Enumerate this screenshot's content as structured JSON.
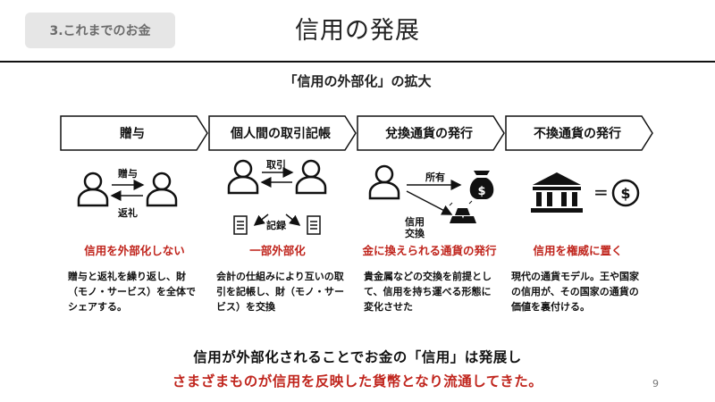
{
  "section_tag": "3.これまでのお金",
  "title": "信用の発展",
  "subtitle": "「信用の外部化」の拡大",
  "stages": [
    {
      "label": "贈与",
      "icon_labels": [
        "贈与",
        "返礼"
      ],
      "red_heading": "信用を外部化しない",
      "description": "贈与と返礼を繰り返し、財（モノ・サービス）を全体でシェアする。"
    },
    {
      "label": "個人間の取引記帳",
      "icon_labels": [
        "取引",
        "記録"
      ],
      "red_heading": "一部外部化",
      "description": "会計の仕組みにより互いの取引を記帳し、財（モノ・サービス）を交換"
    },
    {
      "label": "兌換通貨の発行",
      "icon_labels": [
        "所有",
        "信用",
        "交換"
      ],
      "red_heading": "金に換えられる通貨の発行",
      "description": "貴金属などの交換を前提とし て、信用を持ち運べる形態に変化させた"
    },
    {
      "label": "不換通貨の発行",
      "icon_labels": [
        "="
      ],
      "red_heading": "信用を権威に置く",
      "description": "現代の通貨モデル。王や国家の信用が、その国家の通貨の価値を裏付ける。"
    }
  ],
  "conclusion_line1": "信用が外部化されることでお金の「信用」は発展し",
  "conclusion_line2": "さまざまものが信用を反映した貨幣となり流通してきた。",
  "page_number": "9",
  "colors": {
    "accent_red": "#c0251d",
    "tag_bg": "#e6e6e6",
    "text": "#1a1a1a"
  },
  "icons": [
    "person-icon",
    "exchange-arrows-icon",
    "ledger-icon",
    "money-bag-icon",
    "gold-bars-icon",
    "bank-building-icon",
    "dollar-coin-icon"
  ]
}
